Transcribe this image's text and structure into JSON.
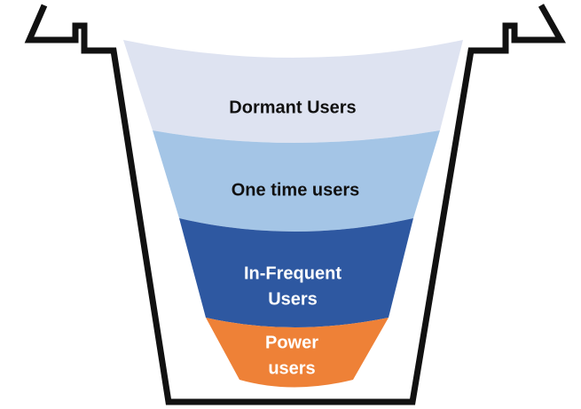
{
  "funnel": {
    "levels": [
      {
        "label_lines": [
          "Dormant Users"
        ],
        "color": "#dee3f1",
        "text_color": "#111111"
      },
      {
        "label_lines": [
          "One time users"
        ],
        "color": "#a4c5e6",
        "text_color": "#111111"
      },
      {
        "label_lines": [
          "In-Frequent",
          "Users"
        ],
        "color": "#2e58a1",
        "text_color": "#ffffff"
      },
      {
        "label_lines": [
          "Power",
          "users"
        ],
        "color": "#ee8137",
        "text_color": "#ffffff"
      }
    ],
    "outline_color": "#111111"
  }
}
